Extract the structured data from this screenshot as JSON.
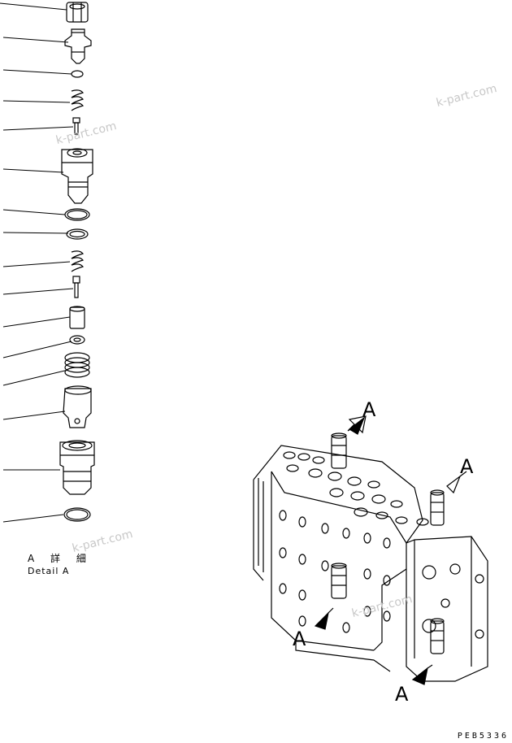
{
  "detail_caption_jp": "A 詳 細",
  "detail_caption_en": "Detail A",
  "view_labels": [
    "A",
    "A",
    "A",
    "A"
  ],
  "drawing_code": "PEB5336",
  "watermark": "k-part.com"
}
